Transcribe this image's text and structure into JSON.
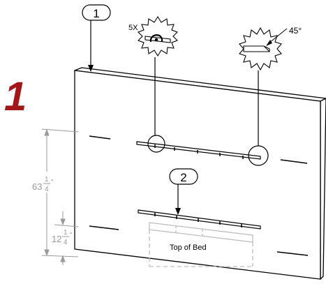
{
  "step": {
    "number": "1",
    "color": "#a3161a"
  },
  "callouts": [
    {
      "id": "part-1",
      "label": "1"
    },
    {
      "id": "part-2",
      "label": "2"
    }
  ],
  "details": {
    "screw_qty": "5X",
    "angle": "45°"
  },
  "dimensions": {
    "upper": {
      "whole": "63",
      "num": "1",
      "den": "4",
      "unit": "\""
    },
    "lower": {
      "whole": "12",
      "num": "1",
      "den": "4",
      "unit": "\""
    }
  },
  "bed_label": "Top of Bed",
  "colors": {
    "line": "#000000",
    "dim": "#9a9a9a",
    "bed": "#bdbdbd"
  }
}
